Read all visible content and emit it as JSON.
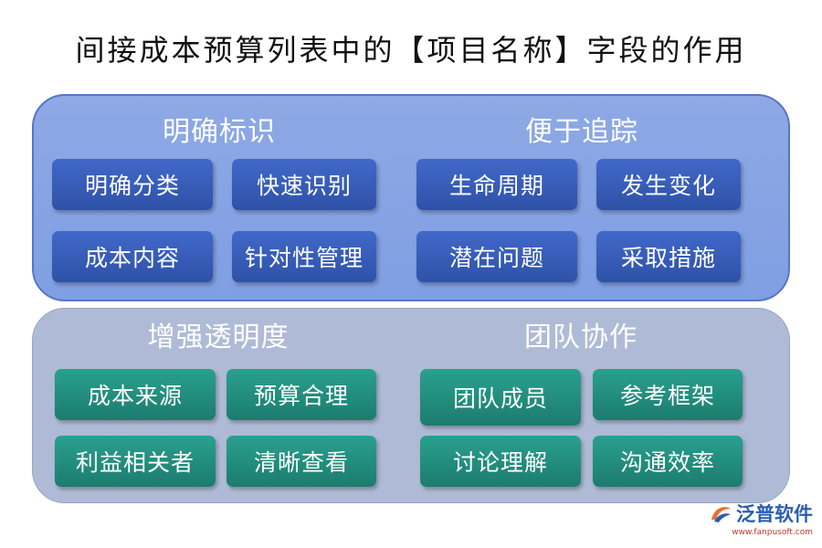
{
  "title": "间接成本预算列表中的【项目名称】字段的作用",
  "top_panel": {
    "left": {
      "heading": "明确标识",
      "items": [
        "明确分类",
        "快速识别",
        "成本内容",
        "针对性管理"
      ]
    },
    "right": {
      "heading": "便于追踪",
      "items": [
        "生命周期",
        "发生变化",
        "潜在问题",
        "采取措施"
      ]
    }
  },
  "bottom_panel": {
    "left": {
      "heading": "增强透明度",
      "items": [
        "成本来源",
        "预算合理",
        "利益相关者",
        "清晰查看"
      ]
    },
    "right": {
      "heading": "团队协作",
      "items": [
        "团队成员",
        "参考框架",
        "讨论理解",
        "沟通效率"
      ]
    }
  },
  "logo": {
    "brand": "泛普软件",
    "url": "www.fanpusoft.com",
    "icon": "fanpu-logo-icon"
  },
  "colors": {
    "top_panel": "#8ea9e4",
    "bottom_panel": "#afbbd6",
    "blue_button": "#3a5fbf",
    "green_button": "#238c7c"
  }
}
